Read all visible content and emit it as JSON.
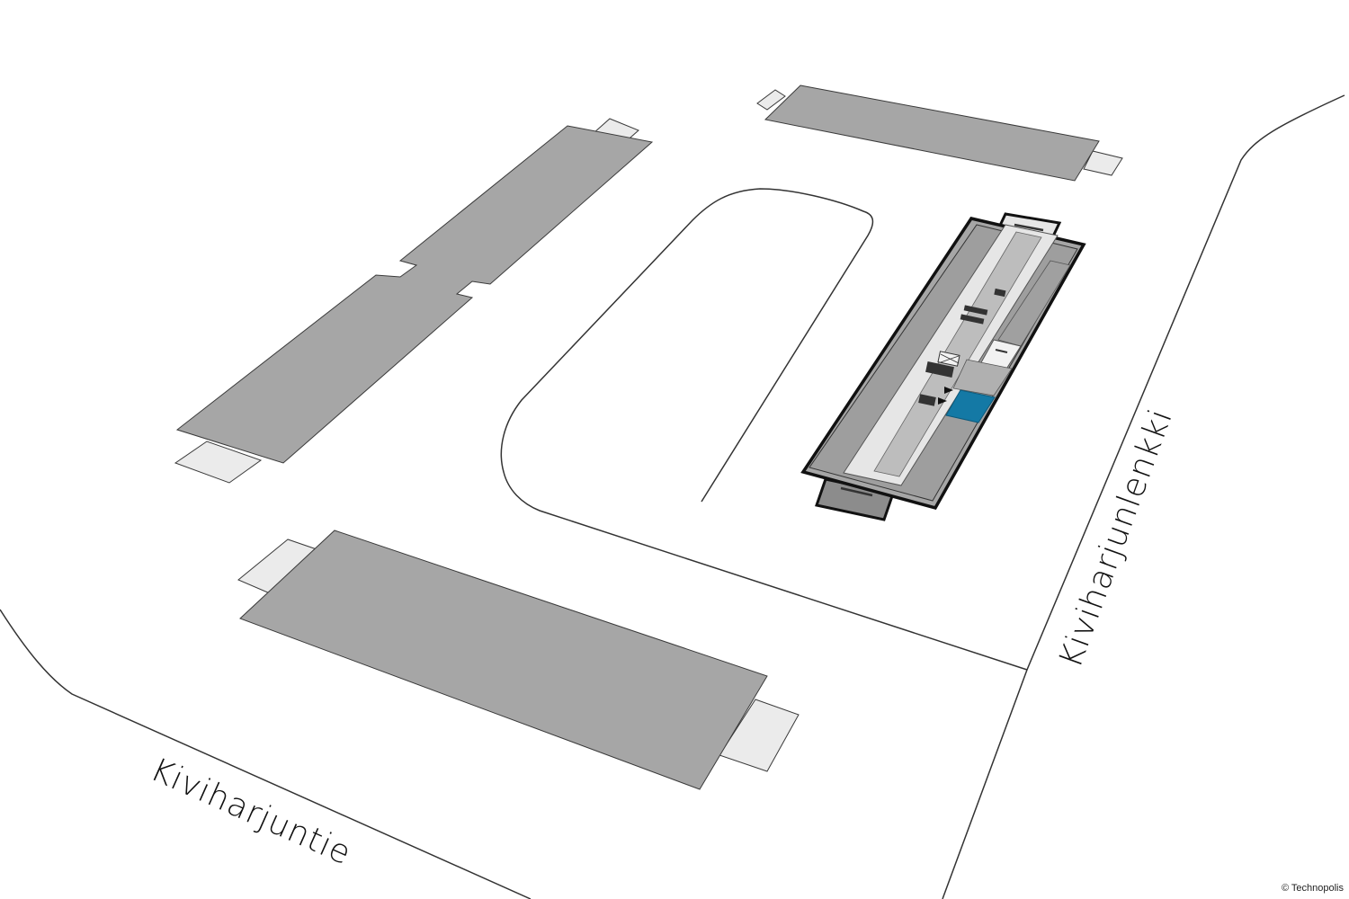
{
  "map": {
    "streets": [
      {
        "id": "kiviharjuntie",
        "label": "Kiviharjuntie"
      },
      {
        "id": "kiviharjunlenkki",
        "label": "Kiviharjunlenkki"
      }
    ],
    "copyright": "© Technopolis",
    "colors": {
      "background": "#ffffff",
      "road_line": "#333333",
      "building": "#a6a6a6",
      "building_outline": "#3a3a3a",
      "wing": "#ebebeb",
      "corridor": "#e6e6e6",
      "highlight": "#1479a5"
    },
    "highlighted_building": "selected-building",
    "icons": [
      "elevator-icon",
      "entrance-arrow-icon"
    ]
  }
}
